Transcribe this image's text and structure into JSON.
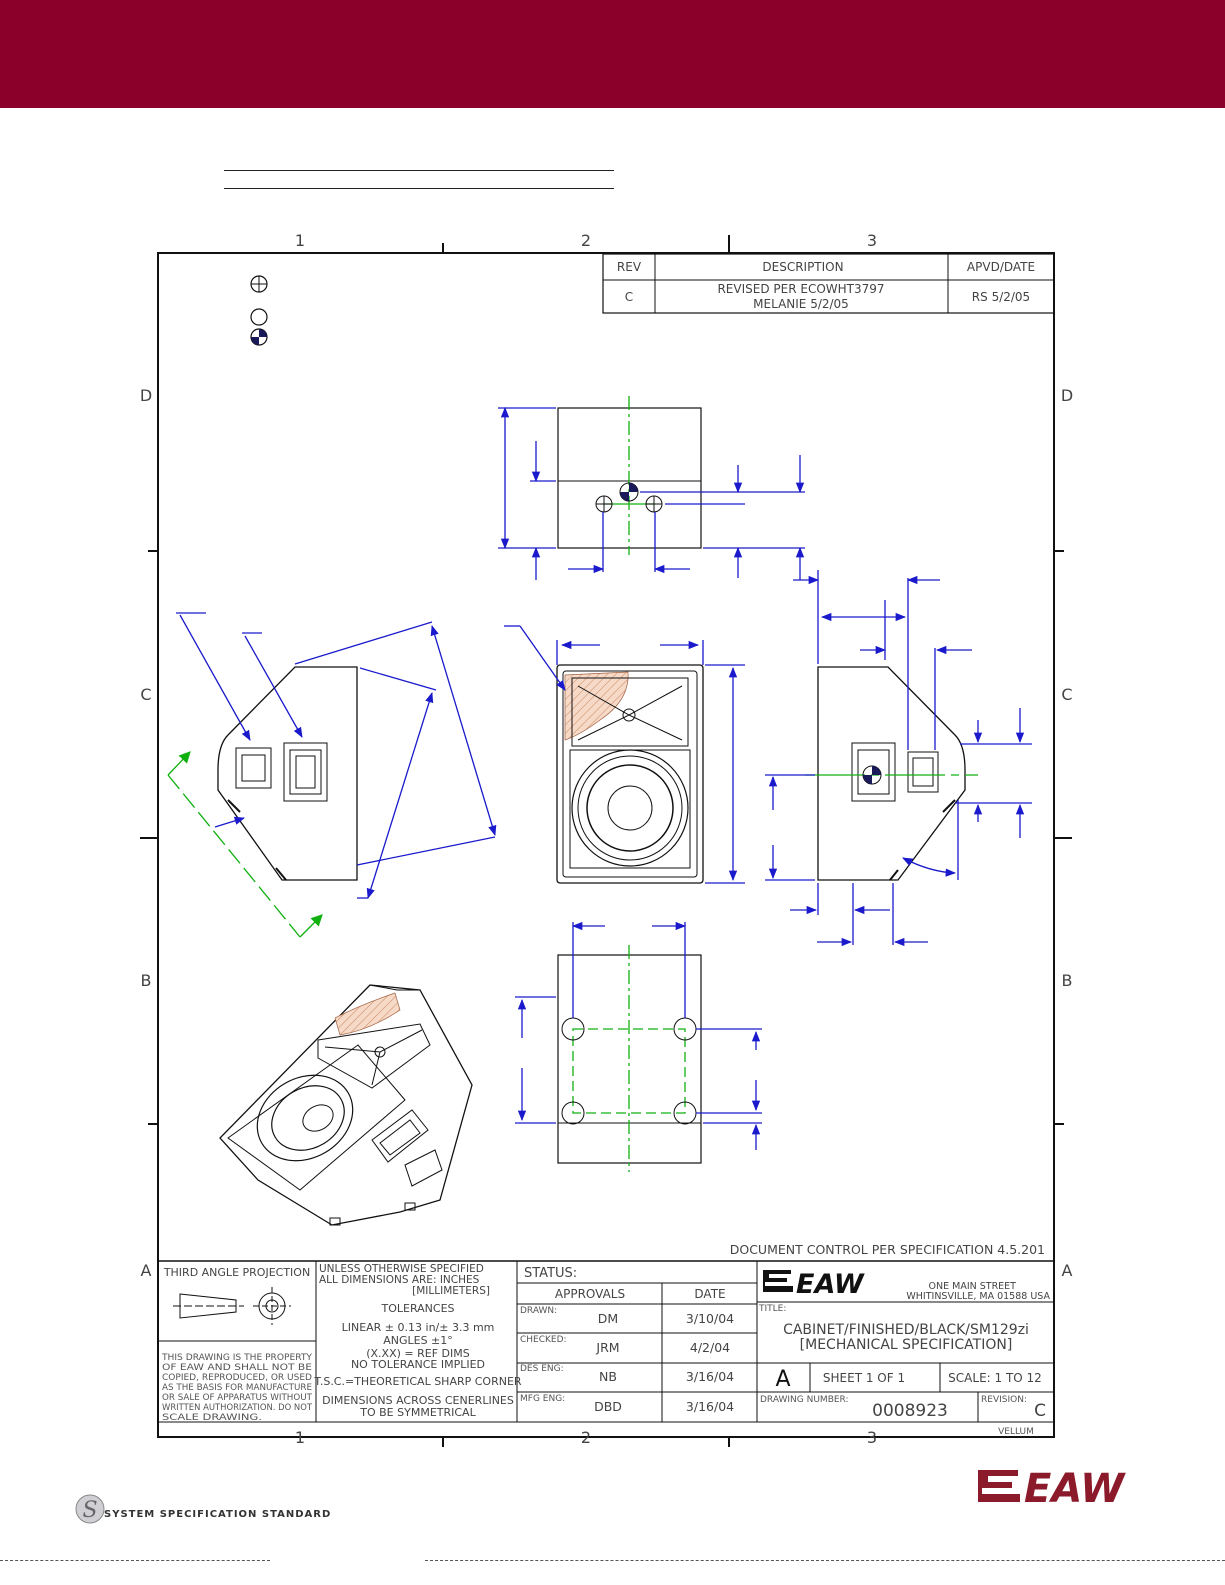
{
  "zones": {
    "cols": [
      "1",
      "2",
      "3"
    ],
    "rows": [
      "D",
      "C",
      "B",
      "A"
    ]
  },
  "revision_table": {
    "headers": {
      "rev": "REV",
      "description": "DESCRIPTION",
      "apvd": "APVD/DATE"
    },
    "rows": [
      {
        "rev": "C",
        "desc_line1": "REVISED PER ECOWHT3797",
        "desc_line2": "MELANIE 5/2/05",
        "apvd": "RS 5/2/05"
      }
    ]
  },
  "document_control": "DOCUMENT CONTROL PER SPECIFICATION 4.5.201",
  "title_block": {
    "projection": "THIRD ANGLE PROJECTION",
    "property_notice": [
      "THIS DRAWING IS THE PROPERTY",
      "OF EAW AND SHALL NOT BE",
      "COPIED, REPRODUCED, OR USED",
      "AS THE BASIS FOR MANUFACTURE",
      "OR SALE OF APPARATUS WITHOUT",
      "WRITTEN AUTHORIZATION. DO NOT",
      "SCALE DRAWING."
    ],
    "units": [
      "UNLESS OTHERWISE SPECIFIED",
      "ALL DIMENSIONS ARE: INCHES",
      "[MILLIMETERS]"
    ],
    "tolerances_label": "TOLERANCES",
    "tolerances": [
      "LINEAR ± 0.13 in/± 3.3 mm",
      "ANGLES ±1°",
      "(X.XX) = REF DIMS",
      "NO TOLERANCE IMPLIED",
      "T.S.C.=THEORETICAL SHARP CORNER"
    ],
    "symmetry": [
      "DIMENSIONS ACROSS CENERLINES",
      "TO BE SYMMETRICAL"
    ],
    "status": "STATUS:",
    "approvals": "APPROVALS",
    "date": "DATE",
    "signoffs": [
      {
        "role": "DRAWN:",
        "name": "DM",
        "date": "3/10/04"
      },
      {
        "role": "CHECKED:",
        "name": "JRM",
        "date": "4/2/04"
      },
      {
        "role": "DES ENG:",
        "name": "NB",
        "date": "3/16/04"
      },
      {
        "role": "MFG ENG:",
        "name": "DBD",
        "date": "3/16/04"
      }
    ],
    "company_address_1": "ONE MAIN STREET",
    "company_address_2": "WHITINSVILLE, MA  01588  USA",
    "title_label": "TITLE:",
    "title_line1": "CABINET/FINISHED/BLACK/SM129zi",
    "title_line2": "[MECHANICAL SPECIFICATION]",
    "size": "A",
    "sheet": "SHEET 1 OF 1",
    "scale": "SCALE: 1 TO 12",
    "drawing_number_label": "DRAWING NUMBER:",
    "drawing_number": "0008923",
    "revision_label": "REVISION:",
    "revision": "C",
    "vellum": "VELLUM"
  },
  "footer": {
    "system_standard": "SYSTEM SPECIFICATION STANDARD",
    "logo": "EAW"
  },
  "colors": {
    "banner": "#8b002a",
    "dimension": "#1a1acc",
    "centerline": "#10b010",
    "logo": "#8b1a2a"
  }
}
